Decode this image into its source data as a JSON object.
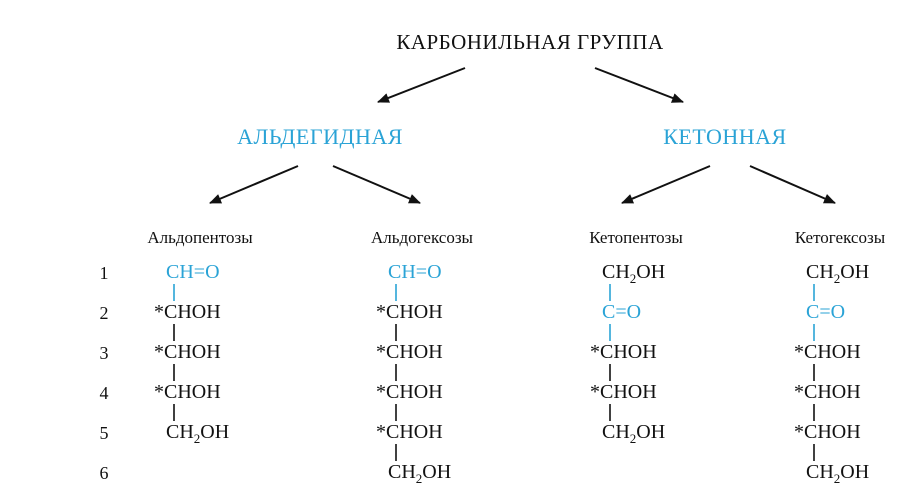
{
  "title": "КАРБОНИЛЬНАЯ ГРУППА",
  "categories": {
    "aldehyde": "АЛЬДЕГИДНАЯ",
    "ketone": "КЕТОННАЯ"
  },
  "row_numbers": [
    "1",
    "2",
    "3",
    "4",
    "5",
    "6"
  ],
  "colors": {
    "highlight": "#2aa3d6",
    "text": "#111111"
  },
  "columns": [
    {
      "label": "Альдопентозы",
      "rows": [
        {
          "pre": "",
          "main": "CH=O",
          "sub": "",
          "post": "",
          "hl": true
        },
        {
          "pre": "*",
          "main": "CHOH",
          "sub": "",
          "post": "",
          "hl": false
        },
        {
          "pre": "*",
          "main": "CHOH",
          "sub": "",
          "post": "",
          "hl": false
        },
        {
          "pre": "*",
          "main": "CHOH",
          "sub": "",
          "post": "",
          "hl": false
        },
        {
          "pre": "",
          "main": "CH",
          "sub": "2",
          "post": "OH",
          "hl": false
        }
      ]
    },
    {
      "label": "Альдогексозы",
      "rows": [
        {
          "pre": "",
          "main": "CH=O",
          "sub": "",
          "post": "",
          "hl": true
        },
        {
          "pre": "*",
          "main": "CHOH",
          "sub": "",
          "post": "",
          "hl": false
        },
        {
          "pre": "*",
          "main": "CHOH",
          "sub": "",
          "post": "",
          "hl": false
        },
        {
          "pre": "*",
          "main": "CHOH",
          "sub": "",
          "post": "",
          "hl": false
        },
        {
          "pre": "*",
          "main": "CHOH",
          "sub": "",
          "post": "",
          "hl": false
        },
        {
          "pre": "",
          "main": "CH",
          "sub": "2",
          "post": "OH",
          "hl": false
        }
      ]
    },
    {
      "label": "Кетопентозы",
      "rows": [
        {
          "pre": "",
          "main": "CH",
          "sub": "2",
          "post": "OH",
          "hl": false
        },
        {
          "pre": "",
          "main": "C=O",
          "sub": "",
          "post": "",
          "hl": true
        },
        {
          "pre": "*",
          "main": "CHOH",
          "sub": "",
          "post": "",
          "hl": false
        },
        {
          "pre": "*",
          "main": "CHOH",
          "sub": "",
          "post": "",
          "hl": false
        },
        {
          "pre": "",
          "main": "CH",
          "sub": "2",
          "post": "OH",
          "hl": false
        }
      ]
    },
    {
      "label": "Кетогексозы",
      "rows": [
        {
          "pre": "",
          "main": "CH",
          "sub": "2",
          "post": "OH",
          "hl": false
        },
        {
          "pre": "",
          "main": "C=O",
          "sub": "",
          "post": "",
          "hl": true
        },
        {
          "pre": "*",
          "main": "CHOH",
          "sub": "",
          "post": "",
          "hl": false
        },
        {
          "pre": "*",
          "main": "CHOH",
          "sub": "",
          "post": "",
          "hl": false
        },
        {
          "pre": "*",
          "main": "CHOH",
          "sub": "",
          "post": "",
          "hl": false
        },
        {
          "pre": "",
          "main": "CH",
          "sub": "2",
          "post": "OH",
          "hl": false
        }
      ]
    }
  ]
}
